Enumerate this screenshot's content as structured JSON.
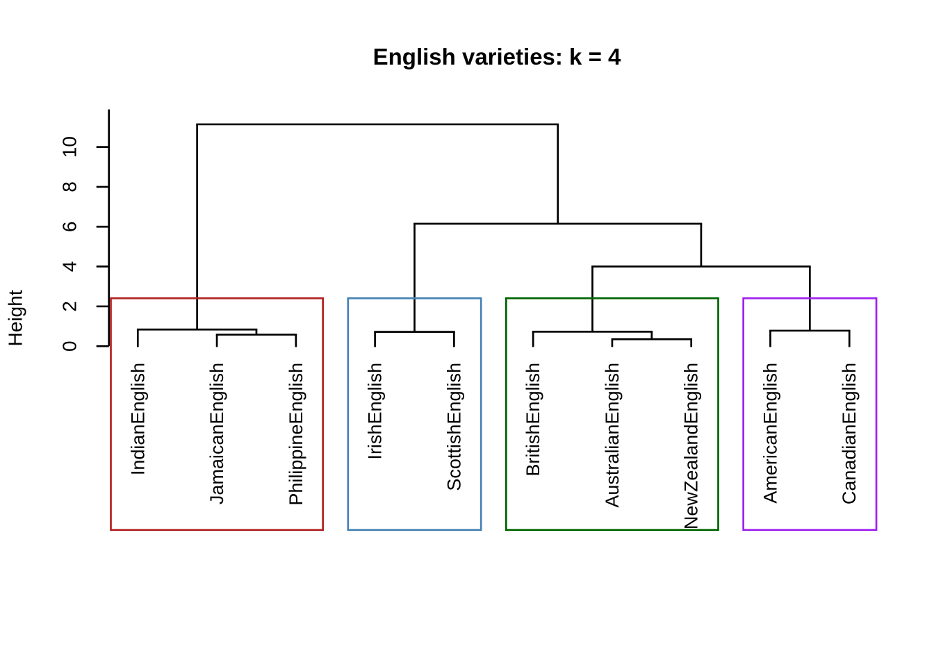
{
  "chart_data": {
    "type": "dendrogram",
    "title": "English varieties: k = 4",
    "ylabel": "Height",
    "xlabel": "",
    "yticks": [
      0,
      2,
      4,
      6,
      8,
      10
    ],
    "ylim": [
      0,
      11.9
    ],
    "grid": false,
    "legend": "none",
    "k": 4,
    "leaves": [
      "IndianEnglish",
      "JamaicanEnglish",
      "PhilippineEnglish",
      "IrishEnglish",
      "ScottishEnglish",
      "BritishEnglish",
      "AustralianEnglish",
      "NewZealandEnglish",
      "AmericanEnglish",
      "CanadianEnglish"
    ],
    "merges": [
      {
        "id": "n1",
        "left": "JamaicanEnglish",
        "right": "PhilippineEnglish",
        "height": 0.58
      },
      {
        "id": "n2",
        "left": "IndianEnglish",
        "right": "n1",
        "height": 0.84
      },
      {
        "id": "n3",
        "left": "IrishEnglish",
        "right": "ScottishEnglish",
        "height": 0.72
      },
      {
        "id": "n4",
        "left": "AustralianEnglish",
        "right": "NewZealandEnglish",
        "height": 0.35
      },
      {
        "id": "n5",
        "left": "BritishEnglish",
        "right": "n4",
        "height": 0.73
      },
      {
        "id": "n6",
        "left": "AmericanEnglish",
        "right": "CanadianEnglish",
        "height": 0.78
      },
      {
        "id": "n7",
        "left": "n5",
        "right": "n6",
        "height": 4.0
      },
      {
        "id": "n8",
        "left": "n3",
        "right": "n7",
        "height": 6.15
      },
      {
        "id": "n9",
        "left": "n2",
        "right": "n8",
        "height": 11.14
      }
    ],
    "clusters": [
      {
        "name": "cluster-1",
        "members": [
          "IndianEnglish",
          "JamaicanEnglish",
          "PhilippineEnglish"
        ],
        "color": "#B22222"
      },
      {
        "name": "cluster-2",
        "members": [
          "IrishEnglish",
          "ScottishEnglish"
        ],
        "color": "#4682B4"
      },
      {
        "name": "cluster-3",
        "members": [
          "BritishEnglish",
          "AustralianEnglish",
          "NewZealandEnglish"
        ],
        "color": "#006400"
      },
      {
        "name": "cluster-4",
        "members": [
          "AmericanEnglish",
          "CanadianEnglish"
        ],
        "color": "#A020F0"
      }
    ],
    "line_color": "#000000"
  }
}
